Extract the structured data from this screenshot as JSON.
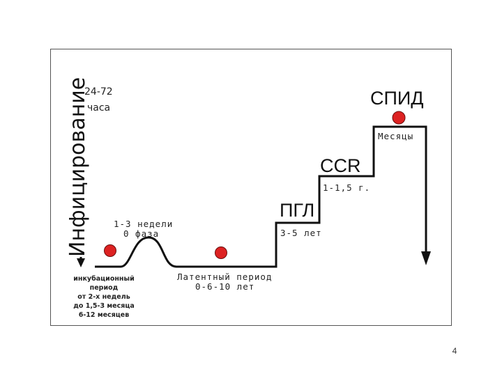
{
  "infection": {
    "label": "Инфицирование",
    "hours": "24-72",
    "hours_unit": "часа"
  },
  "primary_phase": {
    "line1": "1-3 недели",
    "line2": "0 фаза"
  },
  "incubation": {
    "lines": [
      "инкубационный",
      "период",
      "от 2-х недель",
      "до 1,5-3 месяца",
      "6-12 месяцев"
    ]
  },
  "latent": {
    "line1": "Латентный период",
    "line2": "0-6-10 лет"
  },
  "pgl": {
    "label": "ПГЛ",
    "duration": "3-5 лет"
  },
  "ccr": {
    "label": "CCR",
    "duration": "1-1,5 г."
  },
  "aids": {
    "label": "СПИД",
    "duration": "Месяцы"
  },
  "colors": {
    "line": "#111111",
    "marker": "#dd2222",
    "marker_outline": "#6a0d0d"
  },
  "page_number": "4"
}
